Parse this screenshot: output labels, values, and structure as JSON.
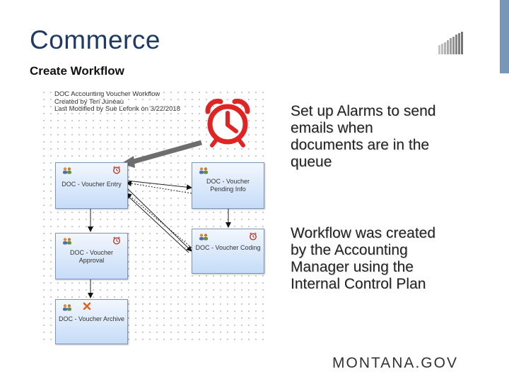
{
  "slide": {
    "title": "Commerce",
    "subtitle": "Create Workflow"
  },
  "diagram": {
    "header": [
      "DOC Accounting Voucher Workflow",
      "Created by Teri Juneau",
      "Last Modified by Sue Lefonk on 3/22/2018"
    ],
    "nodes": {
      "voucher_entry": [
        "DOC - Voucher Entry"
      ],
      "pending_info": [
        "DOC - Voucher",
        "Pending Info"
      ],
      "approval": [
        "DOC - Voucher",
        "Approval"
      ],
      "coding": [
        "DOC - Voucher Coding"
      ],
      "archive": [
        "DOC - Voucher Archive"
      ]
    },
    "node_fill": "#c6dcf8",
    "alarm_color": "#e02424"
  },
  "bullets": [
    "Set up Alarms to send emails when documents are in the queue",
    "Workflow was created by the Accounting Manager using the Internal Control Plan"
  ],
  "footer": {
    "brand": "MONTANA.GOV"
  },
  "colors": {
    "title": "#1f3a64",
    "accent_bar": "#7896b8"
  },
  "icons": [
    "people-icon",
    "alarm-clock-icon",
    "delete-x-icon",
    "signal-bars-logo-icon"
  ]
}
